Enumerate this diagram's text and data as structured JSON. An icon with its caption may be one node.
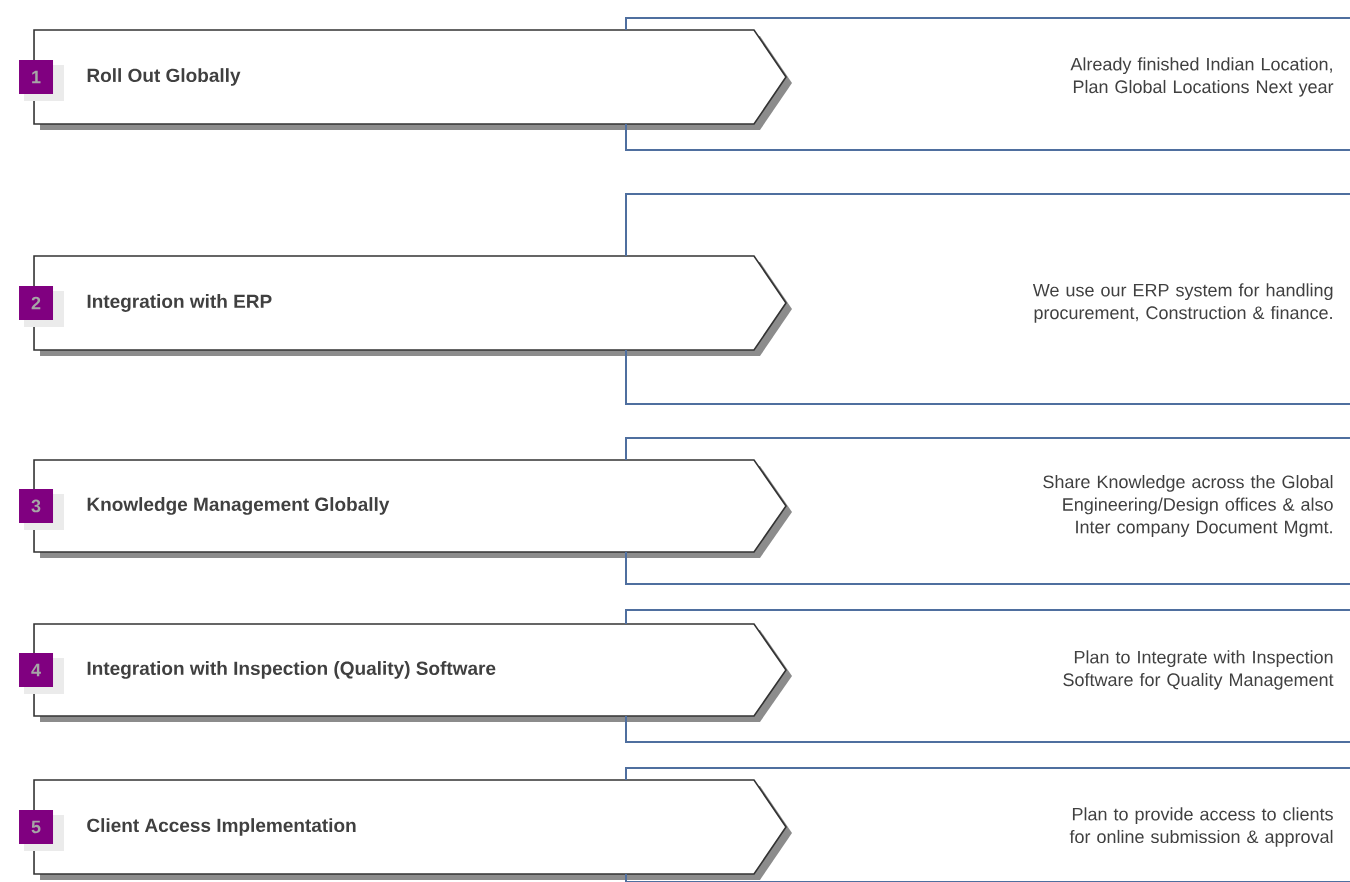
{
  "diagram": {
    "nodes": [
      {
        "text": [
          "1"
        ]
      },
      {
        "text": [
          "Roll Out Globally"
        ]
      },
      {
        "text": [
          "Already finished Indian Location, Plan Global Locations Next year"
        ]
      },
      {
        "text": [
          "2"
        ]
      },
      {
        "text": [
          "Integration with ERP"
        ]
      },
      {
        "text": [
          "We use our ERP system for handling procurement, Construction & finance."
        ]
      },
      {
        "text": [
          "3"
        ]
      },
      {
        "text": [
          "Knowledge Management Globally"
        ]
      },
      {
        "text": [
          "Share Knowledge across the Global Engineering/Design offices & also Inter company Document Mgmt."
        ]
      },
      {
        "text": [
          "4"
        ]
      },
      {
        "text": [
          "Integration with Inspection (Quality) Software"
        ]
      },
      {
        "text": [
          "Plan to Integrate with Inspection Software for Quality Management"
        ]
      },
      {
        "text": [
          "5"
        ]
      },
      {
        "text": [
          "Client Access Implementation"
        ]
      },
      {
        "text": [
          "Plan to provide access to clients for online submission & approval"
        ]
      }
    ]
  }
}
